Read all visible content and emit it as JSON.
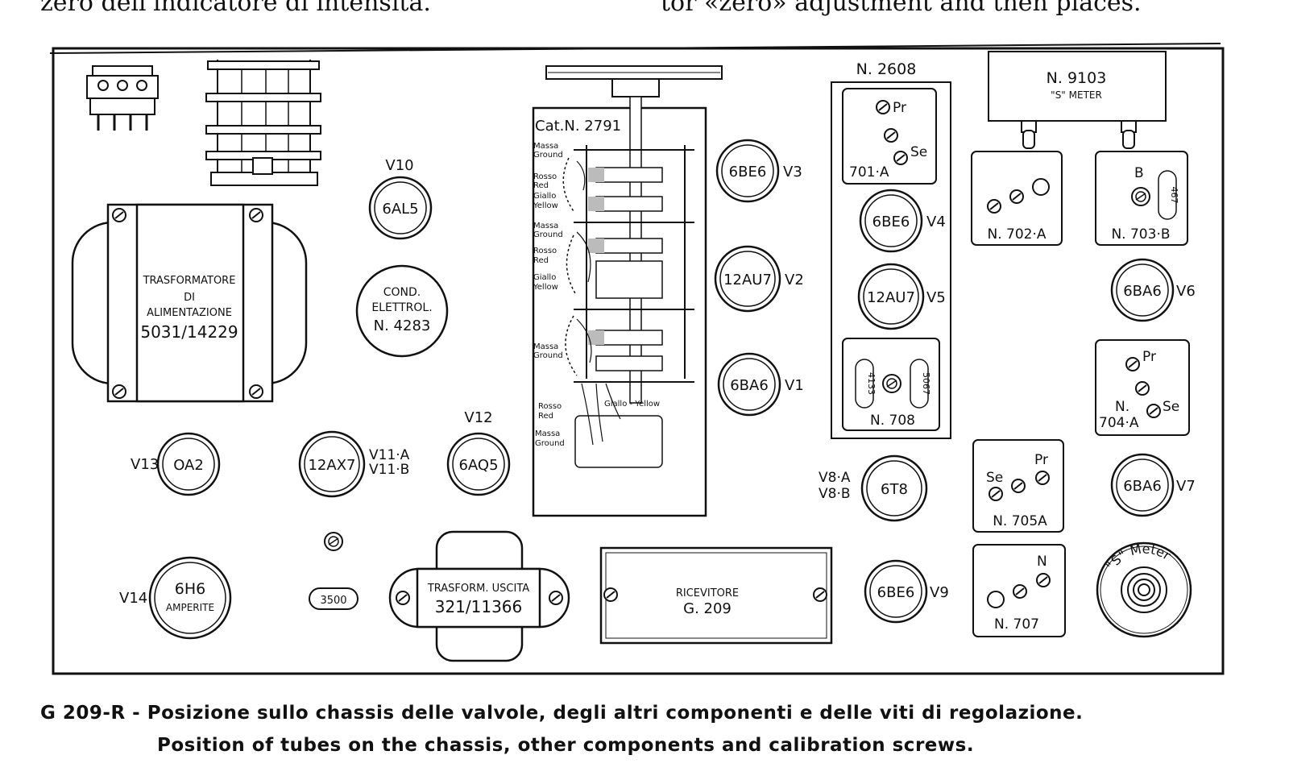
{
  "top_text": {
    "left": "zero dell'indicatore di intensità.",
    "right": "tor «zero» adjustment and then places."
  },
  "caption": {
    "line1": "G 209-R - Posizione sullo chassis delle valvole, degli altri componenti e delle viti di regolazione.",
    "line2": "Position of tubes on the chassis, other components and calibration screws."
  },
  "tubes": [
    {
      "type": "6BE6",
      "label": "V3"
    },
    {
      "type": "6BE6",
      "label": "V4"
    },
    {
      "type": "12AU7",
      "label": "V2"
    },
    {
      "type": "12AU7",
      "label": "V5"
    },
    {
      "type": "6BA6",
      "label": "V1"
    },
    {
      "type": "6BA6",
      "label": "V6"
    },
    {
      "type": "6AL5",
      "label": "V10"
    },
    {
      "type": "OA2",
      "label": "V13"
    },
    {
      "type": "12AX7",
      "label_a": "V11·A",
      "label_b": "V11·B"
    },
    {
      "type": "6AQ5",
      "label": "V12"
    },
    {
      "type": "6T8",
      "label_a": "V8·A",
      "label_b": "V8·B"
    },
    {
      "type": "6BA6",
      "label": "V7"
    },
    {
      "type": "6BE6",
      "label": "V9"
    },
    {
      "type": "6H6",
      "sub": "AMPERITE",
      "label": "V14"
    }
  ],
  "power_transformer": {
    "line1": "TRASFORMATORE",
    "line2": "DI",
    "line3": "ALIMENTAZIONE",
    "part": "5031/14229"
  },
  "electrolytic": {
    "line1": "COND.",
    "line2": "ELETTROL.",
    "part": "N. 4283"
  },
  "output_transformer": {
    "line1": "TRASFORM. USCITA",
    "part": "321/11366"
  },
  "receiver_plate": {
    "line1": "RICEVITORE",
    "model": "G. 209"
  },
  "resistor": "3500",
  "switch": {
    "title": "Cat.N. 2791",
    "labels": [
      "Massa",
      "Ground",
      "Rosso",
      "Red",
      "Giallo",
      "Yellow",
      "Massa",
      "Ground",
      "Rosso",
      "Red",
      "Giallo",
      "Yellow",
      "Massa",
      "Ground"
    ],
    "bottom_labels": [
      "Rosso",
      "Red",
      "Giallo - Yellow",
      "Massa",
      "Ground"
    ]
  },
  "coils": {
    "n2608": "N. 2608",
    "n701a": "701·A",
    "n702a": "N. 702·A",
    "n703b": "N. 703·B",
    "n703b_cap": "467",
    "n704a_1": "N.",
    "n704a_2": "704·A",
    "n705a": "N. 705A",
    "n707": "N. 707",
    "n708": "N. 708",
    "n708_cap_left": "4133",
    "n708_cap_right": "5067",
    "pr": "Pr",
    "se": "Se",
    "b": "B",
    "n": "N"
  },
  "s_meter_box": {
    "part": "N. 9103",
    "name": "\"S\" METER"
  },
  "s_meter_knob": "\"S\" Meter"
}
